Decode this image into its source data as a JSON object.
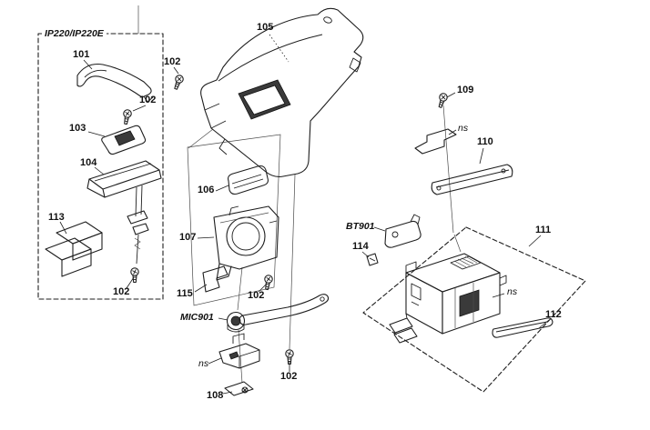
{
  "diagram": {
    "variant_label": "IP220/IP220E",
    "part_numbers": {
      "n101": "101",
      "n102": "102",
      "n103": "103",
      "n104": "104",
      "n105": "105",
      "n106": "106",
      "n107": "107",
      "n108": "108",
      "n109": "109",
      "n110": "110",
      "n111": "111",
      "n112": "112",
      "n113": "113",
      "n114": "114",
      "n115": "115"
    },
    "ref_designators": {
      "mic": "MIC901",
      "battery": "BT901"
    },
    "annotations": {
      "not_supplied": "ns"
    },
    "colors": {
      "line": "#1e1e1e",
      "background": "#ffffff"
    }
  }
}
